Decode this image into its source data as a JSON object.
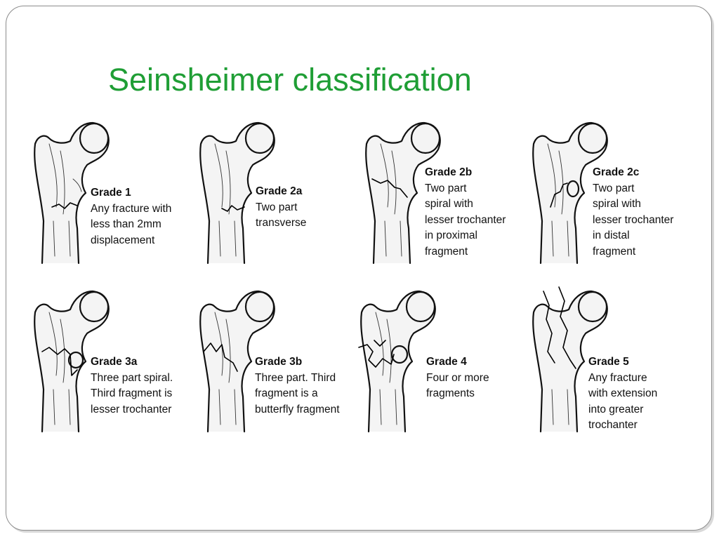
{
  "title": "Seinsheimer classification",
  "grades": [
    {
      "grade": "Grade 1",
      "lines": [
        "Any fracture with",
        "less than 2mm",
        "displacement"
      ]
    },
    {
      "grade": "Grade 2a",
      "lines": [
        "Two part",
        "transverse"
      ]
    },
    {
      "grade": "Grade 2b",
      "lines": [
        "Two part",
        "spiral with",
        "lesser trochanter",
        "in proximal",
        "fragment"
      ]
    },
    {
      "grade": "Grade 2c",
      "lines": [
        "Two part",
        "spiral with",
        "lesser trochanter",
        "in distal",
        "fragment"
      ]
    },
    {
      "grade": "Grade 3a",
      "lines": [
        "Three part spiral.",
        "Third fragment is",
        "lesser trochanter"
      ]
    },
    {
      "grade": "Grade 3b",
      "lines": [
        "Three part. Third",
        "fragment is a",
        "butterfly fragment"
      ]
    },
    {
      "grade": "Grade 4",
      "lines": [
        "Four or more",
        "fragments"
      ]
    },
    {
      "grade": "Grade 5",
      "lines": [
        "Any fracture",
        "with extension",
        "into greater",
        "trochanter"
      ]
    }
  ]
}
